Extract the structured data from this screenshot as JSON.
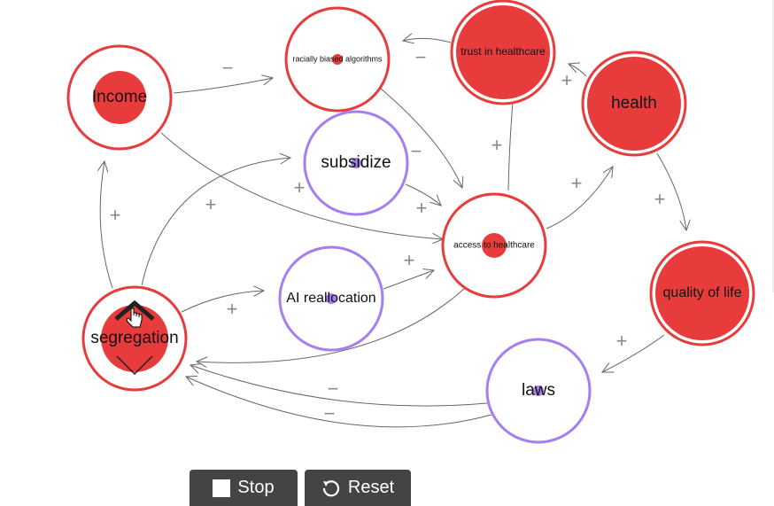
{
  "colors": {
    "positive": "#e83c3c",
    "policy": "#a57ef0",
    "edge": "#666666",
    "button": "#444444"
  },
  "nodes": [
    {
      "id": "income",
      "label": "Income"
    },
    {
      "id": "racially",
      "label": "racially biased algorithms"
    },
    {
      "id": "trust",
      "label": "trust in healthcare"
    },
    {
      "id": "health",
      "label": "health"
    },
    {
      "id": "subsidize",
      "label": "subsidize"
    },
    {
      "id": "access",
      "label": "access to healthcare"
    },
    {
      "id": "ai",
      "label": "AI reallocation"
    },
    {
      "id": "segregation",
      "label": "segregation"
    },
    {
      "id": "quality",
      "label": "quality of life"
    },
    {
      "id": "laws",
      "label": "laws"
    }
  ],
  "signs": [
    "−",
    "−",
    "+",
    "−",
    "+",
    "+",
    "+",
    "+",
    "+",
    "+",
    "+",
    "+",
    "+",
    "+",
    "−",
    "−"
  ],
  "buttons": {
    "stop": "Stop",
    "reset": "Reset"
  }
}
